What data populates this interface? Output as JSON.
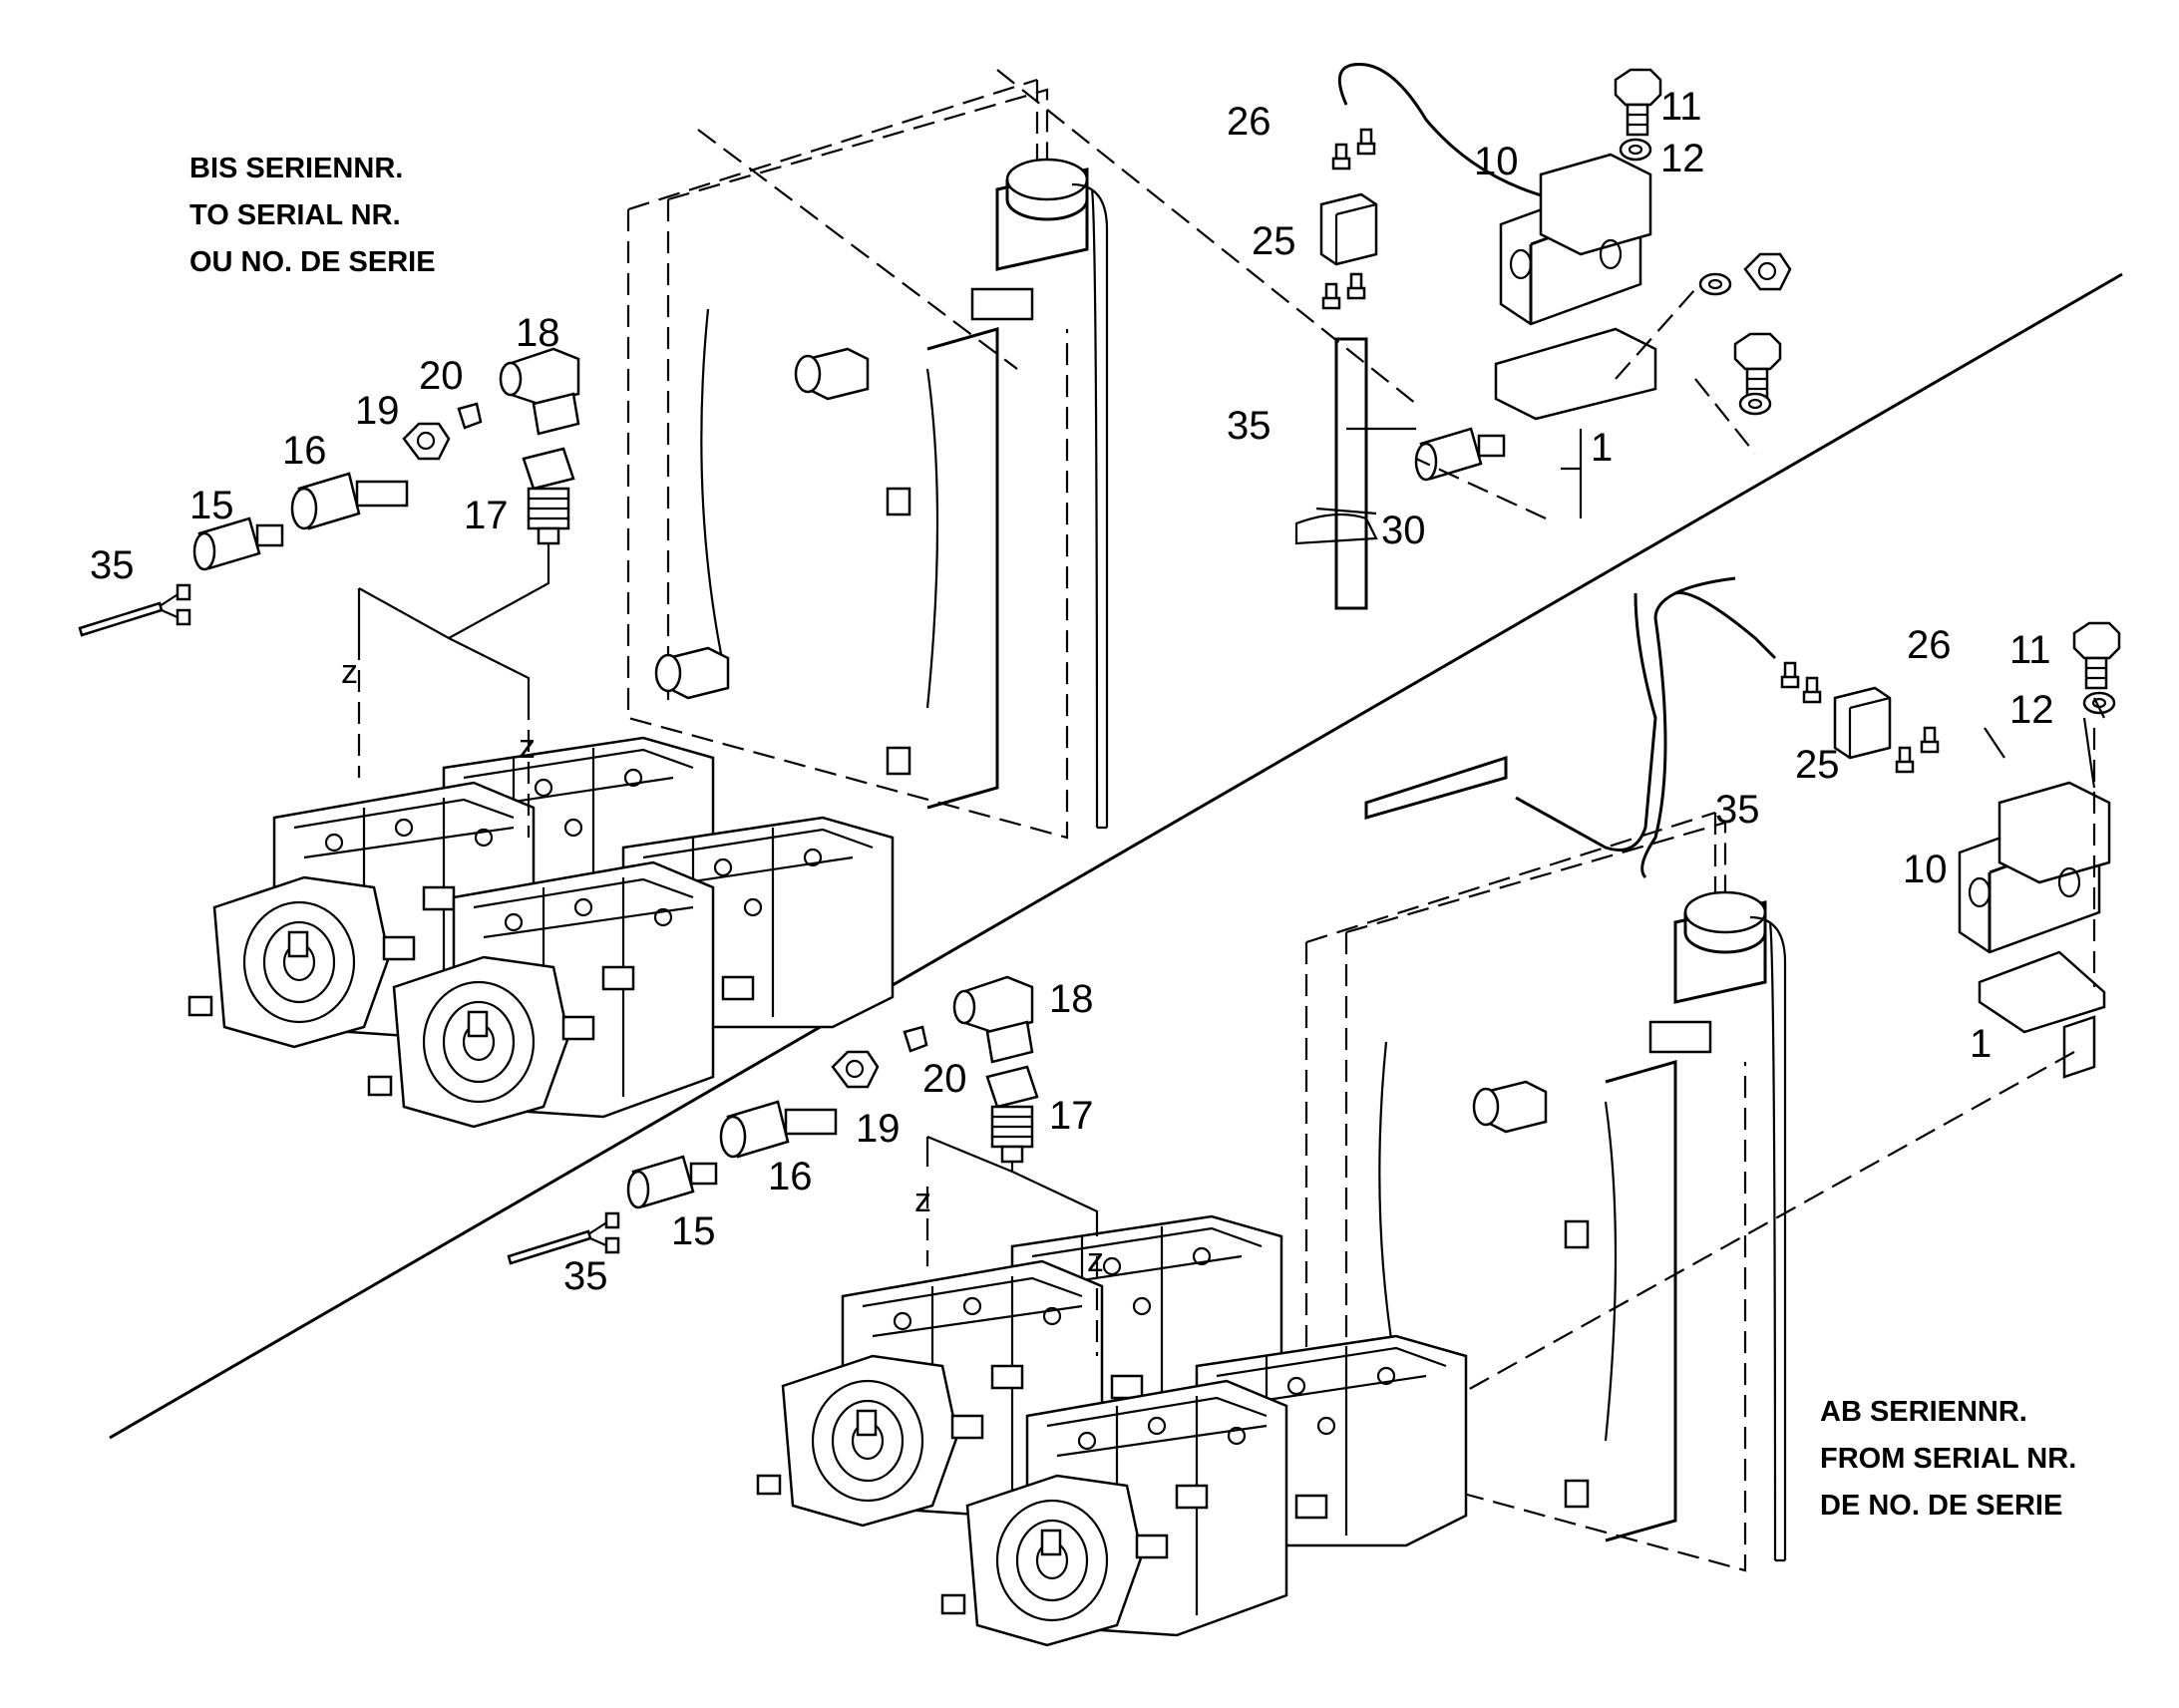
{
  "notes": {
    "old_version": [
      "BIS SERIENNR.",
      "TO SERIAL NR.",
      "OU NO. DE SERIE"
    ],
    "new_version": [
      "AB SERIENNR.",
      "FROM SERIAL NR.",
      "DE NO. DE SERIE"
    ]
  },
  "callouts_old": {
    "p1": "1",
    "p10": "10",
    "p11": "11",
    "p12": "12",
    "p15": "15",
    "p16": "16",
    "p17": "17",
    "p18": "18",
    "p19": "19",
    "p20": "20",
    "p25": "25",
    "p26": "26",
    "p30": "30",
    "p35a": "35",
    "p35b": "35",
    "za": "z",
    "zb": "z"
  },
  "callouts_new": {
    "p1": "1",
    "p10": "10",
    "p11": "11",
    "p12": "12",
    "p15": "15",
    "p16": "16",
    "p17": "17",
    "p18": "18",
    "p19": "19",
    "p20": "20",
    "p25": "25",
    "p26": "26",
    "p35a": "35",
    "p35b": "35",
    "za": "z",
    "zb": "z"
  }
}
